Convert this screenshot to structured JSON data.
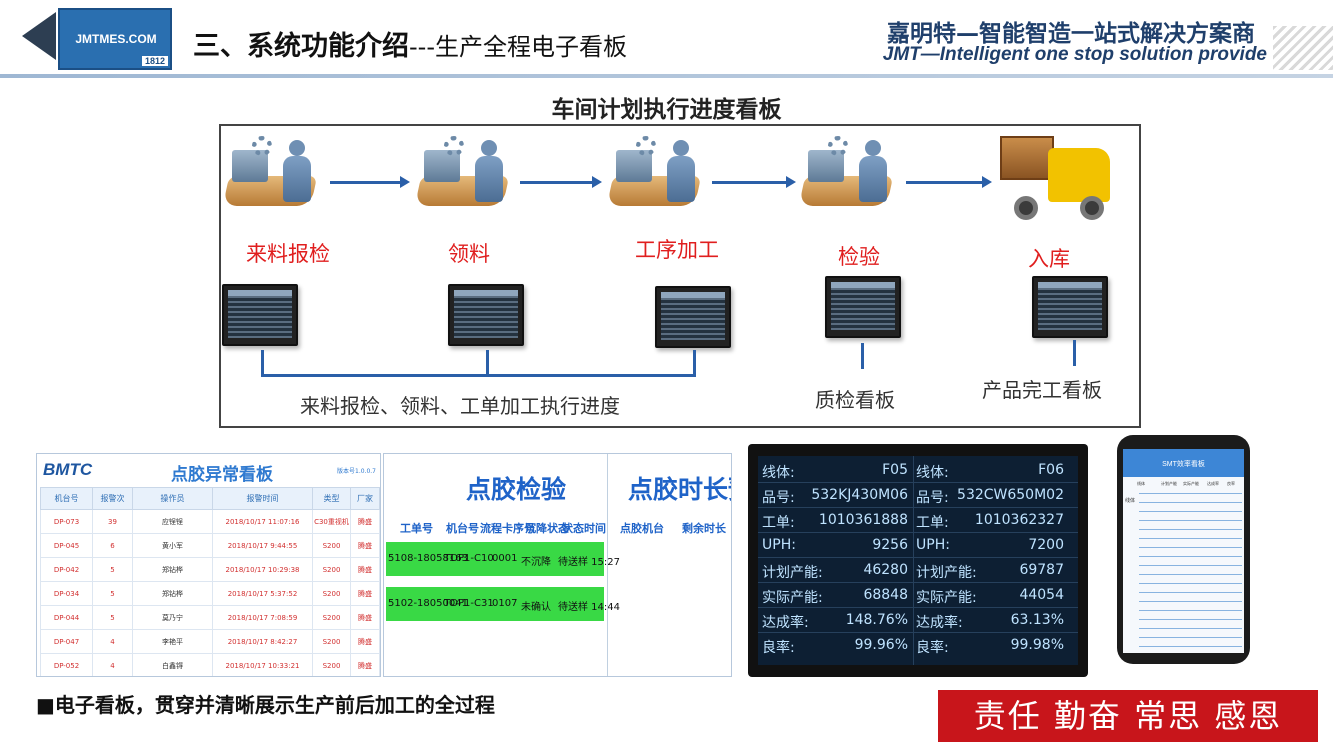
{
  "header": {
    "logo_text": "JMTMES.COM",
    "logo_number": "1812",
    "title_main": "三、系统功能介绍",
    "title_sub": "---生产全程电子看板",
    "brand_cn": "嘉明特—智能智造一站式解决方案商",
    "brand_en": "JMT—Intelligent one stop solution provide"
  },
  "diagram": {
    "title": "车间计划执行进度看板",
    "stages": [
      "来料报检",
      "领料",
      "工序加工",
      "检验",
      "入库"
    ],
    "captions": {
      "process": "来料报检、领料、工单加工执行进度",
      "qc": "质检看板",
      "finish": "产品完工看板"
    }
  },
  "glue_board": {
    "logo": "BMTC",
    "title": "点胶异常看板",
    "version": "版本号1.0.0.7",
    "columns": [
      "机台号",
      "报警次",
      "操作员",
      "报警时间",
      "类型",
      "厂家"
    ],
    "rows": [
      [
        "DP-073",
        "39",
        "应锃锃",
        "2018/10/17 11:07:16",
        "C30重视机",
        "腾盛"
      ],
      [
        "DP-045",
        "6",
        "黄小军",
        "2018/10/17 9:44:55",
        "S200",
        "腾盛"
      ],
      [
        "DP-042",
        "5",
        "郑钻桦",
        "2018/10/17 10:29:38",
        "S200",
        "腾盛"
      ],
      [
        "DP-034",
        "5",
        "郑钻桦",
        "2018/10/17 5:37:52",
        "S200",
        "腾盛"
      ],
      [
        "DP-044",
        "5",
        "莫乃宁",
        "2018/10/17 7:08:59",
        "S200",
        "腾盛"
      ],
      [
        "DP-047",
        "4",
        "李艳平",
        "2018/10/17 8:42:27",
        "S200",
        "腾盛"
      ],
      [
        "DP-052",
        "4",
        "白鑫锝",
        "2018/10/17 10:33:21",
        "S200",
        "腾盛"
      ]
    ]
  },
  "dispense_check": {
    "title": "点胶检验",
    "columns": [
      "工单号",
      "机台号",
      "流程卡序号",
      "沉降状态",
      "状态",
      "时间"
    ],
    "rows": [
      [
        "5108-18058163",
        "TOP1-C10",
        "0001",
        "不沉降",
        "待送样 15:27"
      ],
      [
        "5102-18050041",
        "TOP1-C31",
        "0107",
        "未确认",
        "待送样 14:44"
      ]
    ],
    "warn_title": "点胶时长预警",
    "warn_columns": [
      "点胶机台",
      "剩余时长"
    ]
  },
  "smt_board": {
    "rows": [
      [
        "线体:",
        "F05",
        "线体:",
        "F06"
      ],
      [
        "品号:",
        "532KJ430M06",
        "品号:",
        "532CW650M02"
      ],
      [
        "工单:",
        "1010361888",
        "工单:",
        "1010362327"
      ],
      [
        "UPH:",
        "9256",
        "UPH:",
        "7200"
      ],
      [
        "计划产能:",
        "46280",
        "计划产能:",
        "69787"
      ],
      [
        "实际产能:",
        "68848",
        "实际产能:",
        "44054"
      ],
      [
        "达成率:",
        "148.76%",
        "达成率:",
        "63.13%"
      ],
      [
        "良率:",
        "99.96%",
        "良率:",
        "99.98%"
      ]
    ]
  },
  "phone": {
    "title": "SMT效率看板",
    "columns": [
      "线体",
      "计划产能",
      "实际产能",
      "达成率",
      "良率"
    ],
    "side_label": "线体"
  },
  "caption": "■电子看板，贯穿并清晰展示生产前后加工的全过程",
  "slogan": "责任 勤奋 常思 感恩",
  "colors": {
    "accent_blue": "#2a5fa8",
    "stage_red": "#e01e1e",
    "slogan_red": "#c8151b",
    "row_green": "#39d945"
  }
}
